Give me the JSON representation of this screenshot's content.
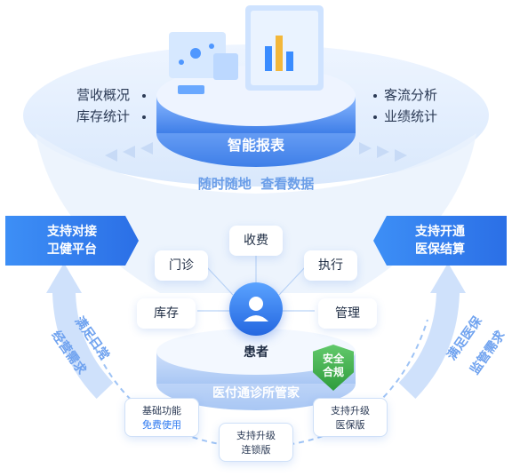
{
  "top_left_items": [
    "营收概况",
    "库存统计"
  ],
  "top_right_items": [
    "客流分析",
    "业绩统计"
  ],
  "report_platform_label": "智能报表",
  "slogan": "随时随地  查看数据",
  "left_banner": [
    "支持对接",
    "卫健平台"
  ],
  "right_banner": [
    "支持开通",
    "医保结算"
  ],
  "modules": {
    "clinic": "门诊",
    "charge": "收费",
    "execute": "执行",
    "inventory": "库存",
    "manage": "管理"
  },
  "center_label": "患者",
  "badge": [
    "安全",
    "合规"
  ],
  "product_label": "医付通诊所管家",
  "left_arc": [
    "满足日常",
    "经营需求"
  ],
  "right_arc": [
    "满足医保",
    "监管需求"
  ],
  "bottom_tags": {
    "basic": [
      "基础功能",
      "免费使用"
    ],
    "chain": [
      "支持升级",
      "连锁版"
    ],
    "insurance": [
      "支持升级",
      "医保版"
    ]
  },
  "colors": {
    "accent": "#2f7af0",
    "badge": "#3bb44a",
    "light": "#e8f1ff"
  }
}
